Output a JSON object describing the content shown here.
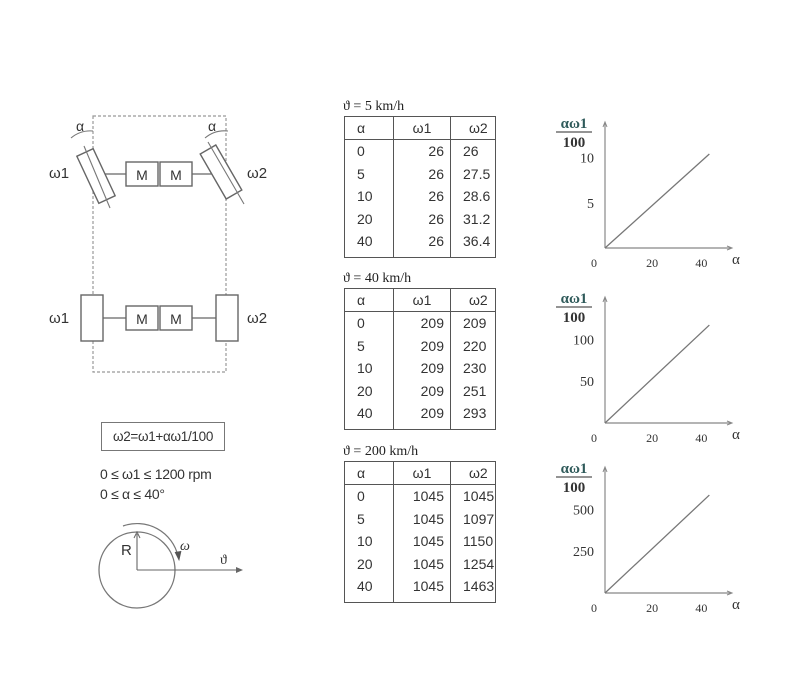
{
  "diagram": {
    "top_assembly": {
      "left_wheel_label": "ω1",
      "right_wheel_label": "ω2",
      "left_angle_label": "α",
      "right_angle_label": "α",
      "motor_labels": [
        "M",
        "M"
      ]
    },
    "bottom_assembly": {
      "left_wheel_label": "ω1",
      "right_wheel_label": "ω2",
      "motor_labels": [
        "M",
        "M"
      ]
    },
    "formula": "ω2=ω1+αω1/100",
    "constraints": [
      "0 ≤ ω1 ≤ 1200 rpm",
      "0 ≤ α ≤ 40°"
    ],
    "wheel": {
      "radius_label": "R",
      "angular_velocity_label": "ω",
      "velocity_label": "ϑ"
    }
  },
  "tables": [
    {
      "title": "ϑ = 5 km/h",
      "columns": [
        "α",
        "ω1",
        "ω2"
      ],
      "rows": [
        [
          "0",
          "26",
          "26"
        ],
        [
          "5",
          "26",
          "27.5"
        ],
        [
          "10",
          "26",
          "28.6"
        ],
        [
          "20",
          "26",
          "31.2"
        ],
        [
          "40",
          "26",
          "36.4"
        ]
      ]
    },
    {
      "title": "ϑ = 40 km/h",
      "columns": [
        "α",
        "ω1",
        "ω2"
      ],
      "rows": [
        [
          "0",
          "209",
          "209"
        ],
        [
          "5",
          "209",
          "220"
        ],
        [
          "10",
          "209",
          "230"
        ],
        [
          "20",
          "209",
          "251"
        ],
        [
          "40",
          "209",
          "293"
        ]
      ]
    },
    {
      "title": "ϑ = 200 km/h",
      "columns": [
        "α",
        "ω1",
        "ω2"
      ],
      "rows": [
        [
          "0",
          "1045",
          "1045"
        ],
        [
          "5",
          "1045",
          "1097"
        ],
        [
          "10",
          "1045",
          "1150"
        ],
        [
          "20",
          "1045",
          "1254"
        ],
        [
          "40",
          "1045",
          "1463"
        ]
      ]
    }
  ],
  "chart_data": [
    {
      "type": "line",
      "title": "",
      "ylabel_numerator": "αω1",
      "ylabel_denominator": "100",
      "xlabel": "α",
      "x_ticks": [
        "0",
        "20",
        "40"
      ],
      "y_ticks": [
        "5",
        "10"
      ],
      "y_tick_values": [
        5,
        10
      ],
      "x": [
        0,
        40
      ],
      "y": [
        0,
        10.4
      ],
      "xlim": [
        0,
        46
      ],
      "ylim": [
        0,
        12.5
      ],
      "grid": false
    },
    {
      "type": "line",
      "title": "",
      "ylabel_numerator": "αω1",
      "ylabel_denominator": "100",
      "xlabel": "α",
      "x_ticks": [
        "0",
        "20",
        "40"
      ],
      "y_ticks": [
        "50",
        "100"
      ],
      "y_tick_values": [
        50,
        100
      ],
      "x": [
        0,
        40
      ],
      "y": [
        0,
        117
      ],
      "xlim": [
        0,
        46
      ],
      "ylim": [
        0,
        135
      ],
      "grid": false
    },
    {
      "type": "line",
      "title": "",
      "ylabel_numerator": "αω1",
      "ylabel_denominator": "100",
      "xlabel": "α",
      "x_ticks": [
        "0",
        "20",
        "40"
      ],
      "y_ticks": [
        "250",
        "500"
      ],
      "y_tick_values": [
        250,
        500
      ],
      "x": [
        0,
        40
      ],
      "y": [
        0,
        585
      ],
      "xlim": [
        0,
        46
      ],
      "ylim": [
        0,
        675
      ],
      "grid": false
    }
  ],
  "colors": {
    "line": "#777777",
    "text": "#333333",
    "label_accent": "#2f5a5a"
  }
}
